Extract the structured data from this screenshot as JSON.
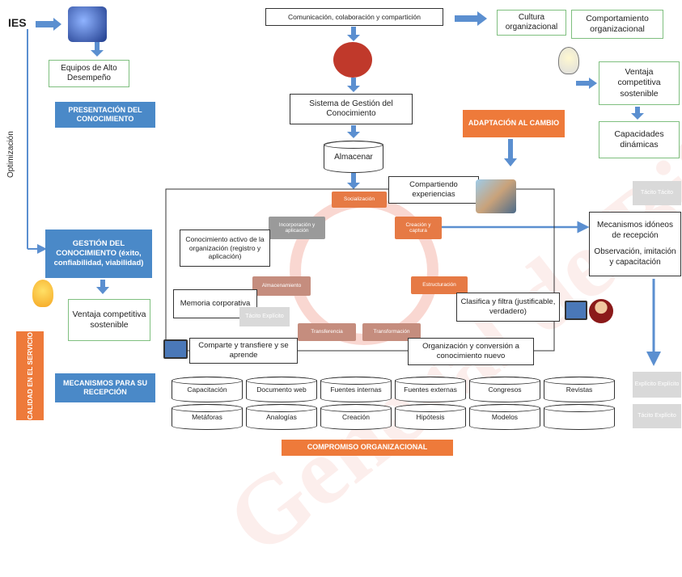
{
  "ies": "IES",
  "optimizacion": "Optimización",
  "equipos": "Equipos de Alto Desempeño",
  "presentacion": "PRESENTACIÓN DEL CONOCIMIENTO",
  "gestion": "GESTIÓN DEL CONOCIMIENTO (éxito, confiabilidad, viabilidad)",
  "ventaja_left": "Ventaja competitiva sostenible",
  "calidad": "CALIDAD EN EL SERVICIO",
  "mecanismos_recepcion": "MECANISMOS PARA SU RECEPCIÓN",
  "comunicacion": "Comunicación, colaboración y compartición",
  "sistema": "Sistema de Gestión del Conocimiento",
  "almacenar": "Almacenar",
  "cultura": "Cultura organizacional",
  "comportamiento": "Comportamiento organizacional",
  "ventaja_right": "Ventaja competitiva sostenible",
  "capacidades": "Capacidades dinámicas",
  "adaptacion": "ADAPTACIÓN AL CAMBIO",
  "compartiendo": "Compartiendo experiencias",
  "socializacion": "Socialización",
  "incorporacion": "Incorporación y aplicación",
  "creacion_captura": "Creación y captura",
  "conocimiento_activo": "Conocimiento activo de la organización (registro y aplicación)",
  "almacenamiento": "Almacenamiento",
  "estructuracion": "Estructuración",
  "memoria": "Memoria corporativa",
  "tacito_explicito_small": "Tácito Explícito",
  "transferencia": "Transferencia",
  "transformacion": "Transformación",
  "clasifica": "Clasifica y filtra (justificable, verdadero)",
  "comparte": "Comparte y transfiere y se aprende",
  "organizacion": "Organización y conversión a conocimiento nuevo",
  "mecanismos_idoneos": "Mecanismos idóneos de recepción",
  "observacion": "Observación, imitación y capacitación",
  "tacito_tacito": "Tácito Tácito",
  "explicito_explicito": "Explícito Explícito",
  "tacito_explicito": "Tácito Explícito",
  "compromiso": "COMPROMISO ORGANIZACIONAL",
  "cylinders_row1": [
    "Capacitación",
    "Documento web",
    "Fuentes internas",
    "Fuentes externas",
    "Congresos",
    "Revistas"
  ],
  "cylinders_row2": [
    "Metáforas",
    "Analogías",
    "Creación",
    "Hipótesis",
    "Modelos",
    ""
  ],
  "watermark": "General de Biblioteca",
  "colors": {
    "blue": "#4a89c8",
    "orange": "#ee7a3a",
    "green": "#7fbf7f"
  }
}
